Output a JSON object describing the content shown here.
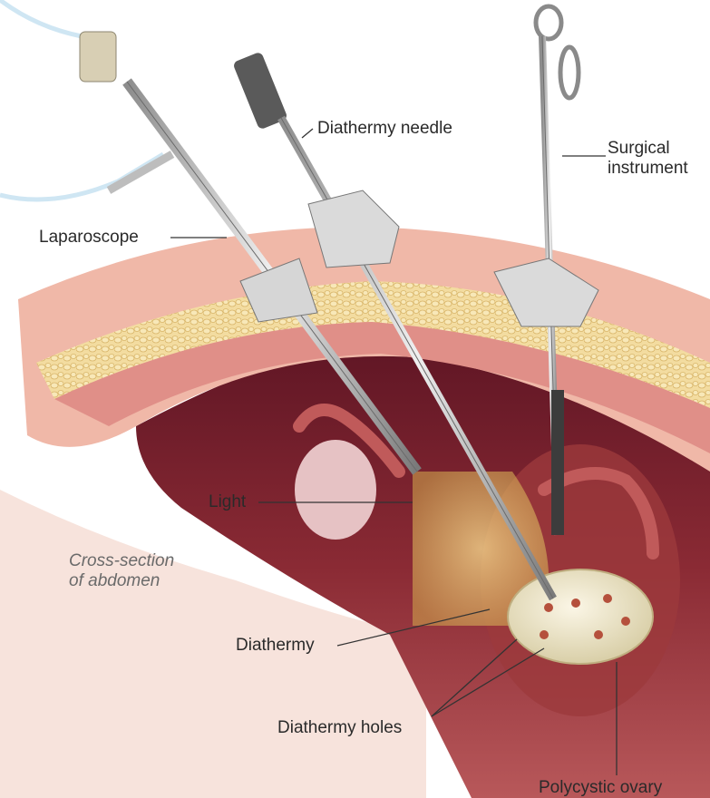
{
  "labels": {
    "diathermy_needle": "Diathermy needle",
    "surgical_instrument_1": "Surgical",
    "surgical_instrument_2": "instrument",
    "laparoscope": "Laparoscope",
    "light": "Light",
    "cross_section_1": "Cross-section",
    "cross_section_2": "of abdomen",
    "diathermy": "Diathermy",
    "diathermy_holes": "Diathermy holes",
    "polycystic_ovary": "Polycystic ovary"
  },
  "colors": {
    "skin": "#f2c4b4",
    "fat": "#f1d79a",
    "muscle": "#d98a86",
    "cavity": "#7a2030",
    "ovary": "#f3ecd6",
    "metal": "#c9c9c9"
  }
}
